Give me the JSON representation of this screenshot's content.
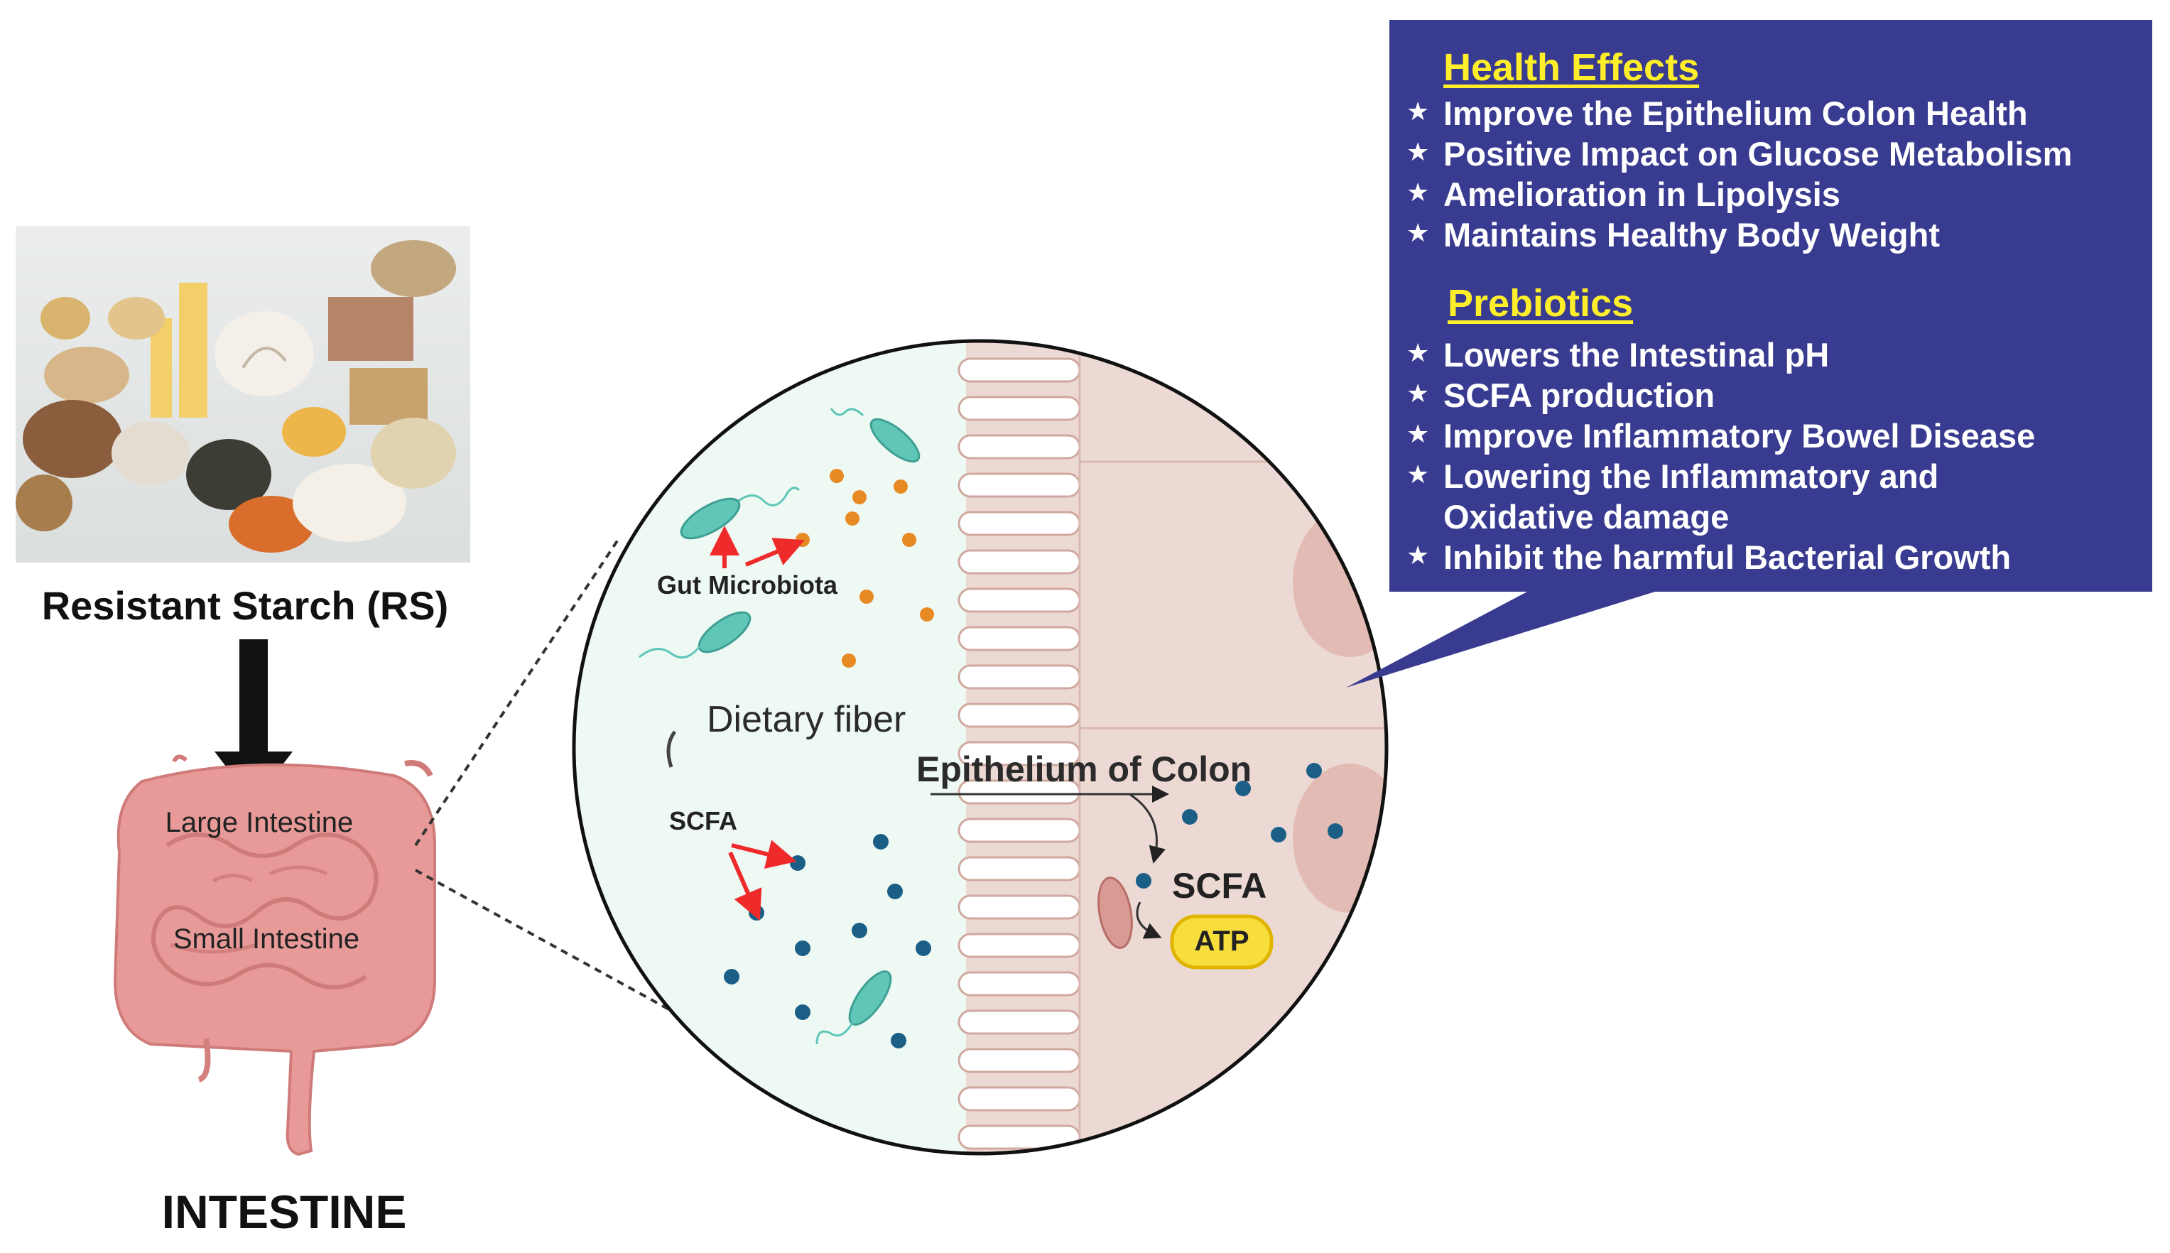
{
  "left_panel": {
    "food_label": "Resistant Starch (RS)",
    "organ_title": "INTESTINE",
    "large_intestine": "Large Intestine",
    "small_intestine": "Small Intestine"
  },
  "zoom_circle": {
    "gut_microbiota": "Gut Microbiota",
    "dietary_fiber": "Dietary fiber",
    "scfa_lumen": "SCFA",
    "epithelium": "Epithelium of Colon",
    "scfa_cell": "SCFA",
    "atp": "ATP"
  },
  "callout": {
    "health_heading": "Health Effects",
    "health_items": [
      "Improve the Epithelium Colon Health",
      "Positive Impact on Glucose Metabolism",
      "Amelioration in Lipolysis",
      "Maintains Healthy Body Weight"
    ],
    "prebiotics_heading": "Prebiotics",
    "prebiotics_items": [
      "Lowers the Intestinal pH",
      "SCFA production",
      "Improve Inflammatory Bowel Disease",
      "Lowering the Inflammatory and",
      "Oxidative damage",
      "Inhibit the harmful Bacterial Growth"
    ],
    "bullet": "★"
  },
  "colors": {
    "callout_bg": "#383b8f",
    "heading_yellow": "#ffee2a",
    "intestine_pink": "#e89a98",
    "lumen_green": "#eef9f4",
    "tissue_pink": "#ecd9d4",
    "bacteria_teal": "#5fc6b8",
    "scfa_dot": "#1b5f87",
    "fiber_dot": "#e88a24",
    "arrow_red": "#ee2a2a",
    "atp_yellow": "#f8de3c"
  }
}
